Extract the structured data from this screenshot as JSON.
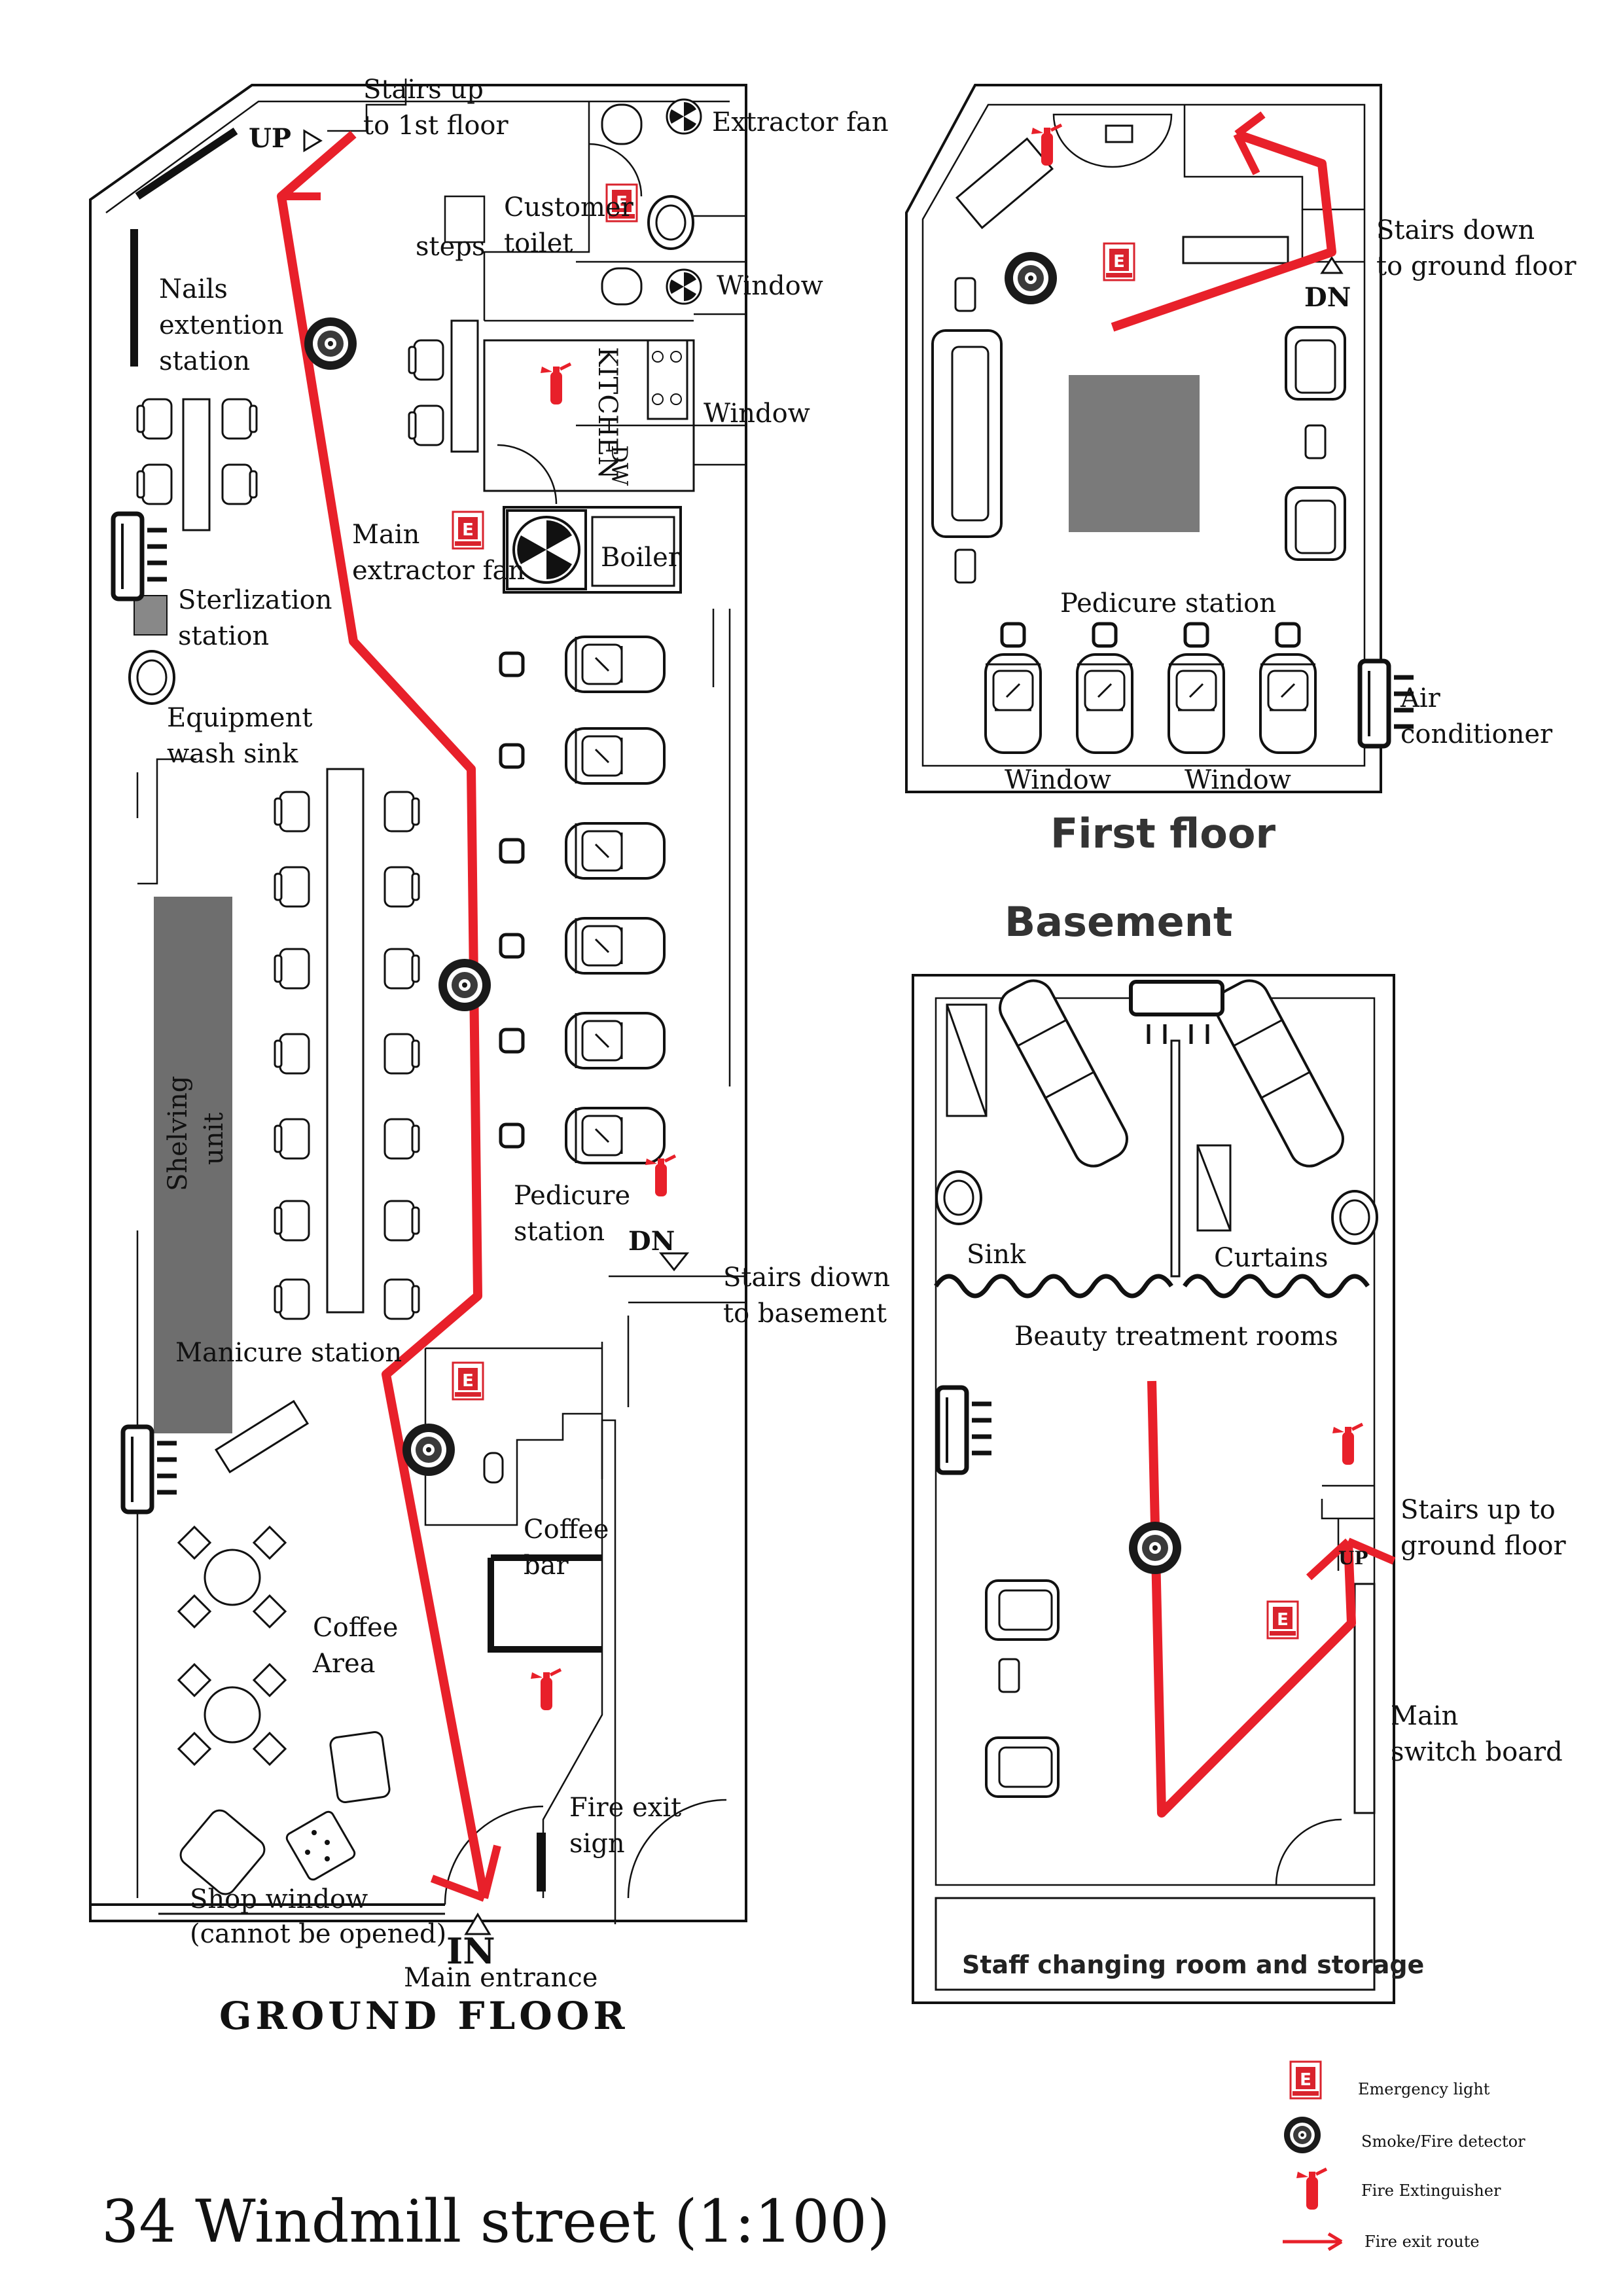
{
  "title": "34 Windmill street  (1:100)",
  "colors": {
    "route": "#e8202a",
    "ink": "#111111",
    "emergency_light": "#d9232d",
    "fill_gray": "#7a7a7a"
  },
  "floors": {
    "ground": {
      "heading": "GROUND  FLOOR",
      "labels": {
        "stairs_up": [
          "Stairs up",
          "to 1st floor"
        ],
        "up": "UP",
        "extractor_fan": "Extractor fan",
        "customer_toilet": [
          "Customer",
          "toilet"
        ],
        "steps": "steps",
        "window1": "Window",
        "window2": "Window",
        "kitchen": "KITCHEN",
        "dw": "DW",
        "nails": [
          "Nails",
          "extention",
          "station"
        ],
        "main_extractor": [
          "Main",
          "extractor fan"
        ],
        "boiler": "Boiler",
        "sterilization": [
          "Sterlization",
          "station"
        ],
        "equipment_sink": [
          "Equipment",
          "wash sink"
        ],
        "shelving": [
          "Shelving",
          "unit"
        ],
        "pedicure": [
          "Pedicure",
          "station"
        ],
        "dn": "DN",
        "stairs_down": [
          "Stairs diown",
          "to basement"
        ],
        "manicure": "Manicure station",
        "coffee_bar": [
          "Coffee",
          "bar"
        ],
        "coffee_area": [
          "Coffee",
          "Area"
        ],
        "fire_exit_sign": [
          "Fire exit",
          "sign"
        ],
        "shop_window": [
          "Shop window",
          "(cannot be opened)"
        ],
        "in": "IN",
        "main_entrance": "Main entrance"
      }
    },
    "first": {
      "heading": "First floor",
      "labels": {
        "stairs_down": [
          "Stairs down",
          "to ground floor"
        ],
        "dn": "DN",
        "pedicure": "Pedicure station",
        "air_conditioner": [
          "Air",
          "conditioner"
        ],
        "window1": "Window",
        "window2": "Window"
      }
    },
    "basement": {
      "heading": "Basement",
      "labels": {
        "sink": "Sink",
        "curtains": "Curtains",
        "beauty": "Beauty treatment rooms",
        "stairs_up": [
          "Stairs up to",
          "ground floor"
        ],
        "up": "UP",
        "main_switch": [
          "Main",
          "switch board"
        ],
        "staff": "Staff changing room and storage"
      }
    }
  },
  "legend": {
    "emergency_light": "Emergency light",
    "smoke_detector": "Smoke/Fire detector",
    "extinguisher": "Fire Extinguisher",
    "route": "Fire exit route",
    "e_letter": "E"
  },
  "icons": [
    "emergency-light-icon",
    "smoke-detector-icon",
    "fire-extinguisher-icon",
    "fire-exit-route-arrow"
  ]
}
